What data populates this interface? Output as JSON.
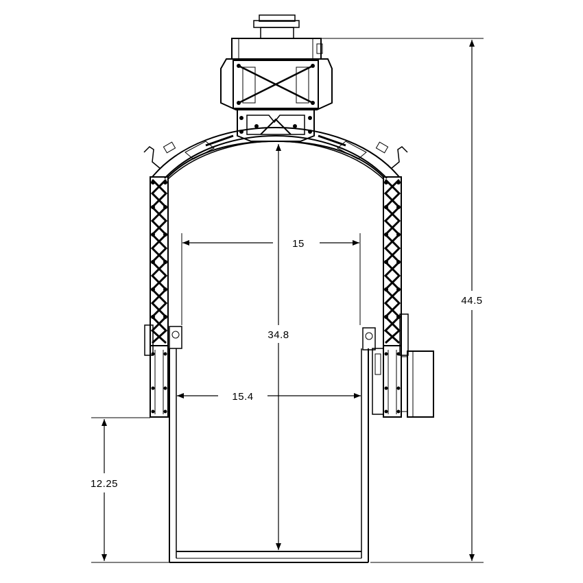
{
  "dimensions": {
    "inner_width_top": "15",
    "inner_height": "34.8",
    "inner_width_bottom": "15.4",
    "total_height": "44.5",
    "lower_height": "12.25"
  },
  "colors": {
    "line": "#000000",
    "background": "#ffffff"
  }
}
